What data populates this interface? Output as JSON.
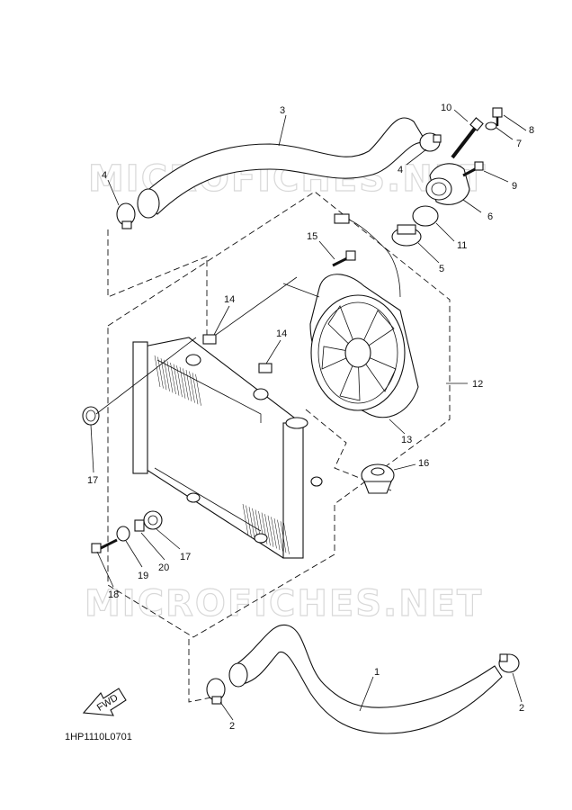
{
  "watermark": {
    "text": "MICROFICHES.NET"
  },
  "drawing_code": "1HP1110L0701",
  "fwd_label": "FWD",
  "callouts": {
    "c1": "1",
    "c2a": "2",
    "c2b": "2",
    "c3": "3",
    "c4a": "4",
    "c4b": "4",
    "c5": "5",
    "c6": "6",
    "c7": "7",
    "c8": "8",
    "c9": "9",
    "c10": "10",
    "c11": "11",
    "c12": "12",
    "c13": "13",
    "c14a": "14",
    "c14b": "14",
    "c15": "15",
    "c16": "16",
    "c17a": "17",
    "c17b": "17",
    "c18": "18",
    "c19": "19",
    "c20": "20"
  }
}
